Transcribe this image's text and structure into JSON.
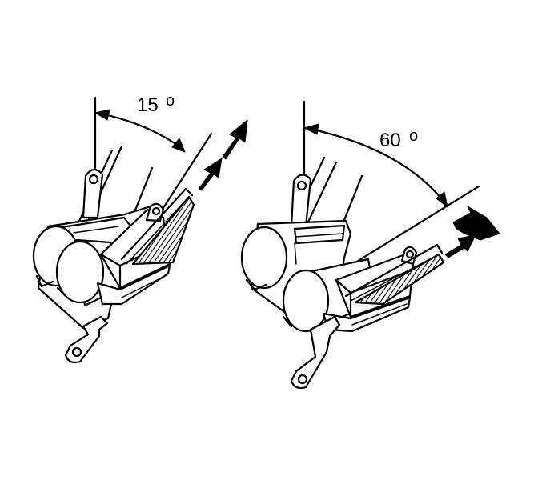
{
  "labels": {
    "left_angle": "15",
    "left_degree_symbol": "o",
    "right_angle": "60",
    "right_degree_symbol": "o"
  },
  "colors": {
    "ink": "#000000",
    "paper": "#ffffff"
  }
}
